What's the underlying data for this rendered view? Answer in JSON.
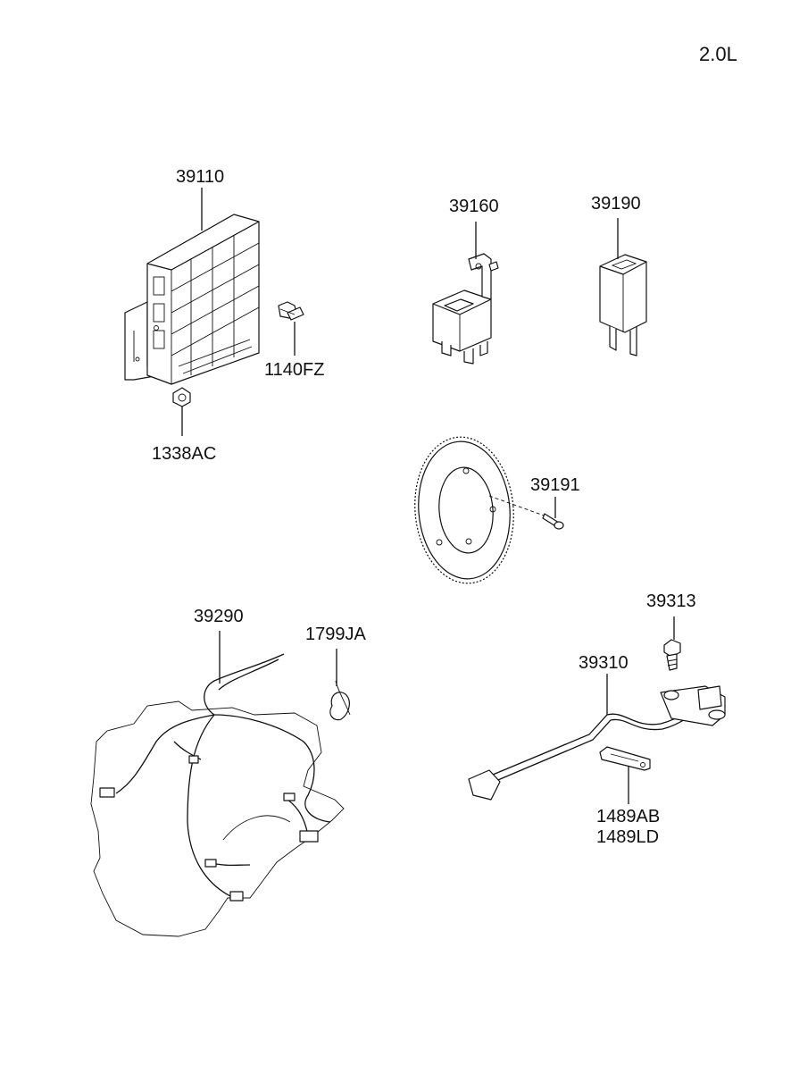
{
  "engine_label": "2.0L",
  "parts": {
    "ecu": "39110",
    "bolt_1140": "1140FZ",
    "nut_1338": "1338AC",
    "relay_39160": "39160",
    "relay_39190": "39190",
    "target_wheel": "39191",
    "harness": "39290",
    "clamp": "1799JA",
    "bolt_39313": "39313",
    "sensor": "39310",
    "bracket_a": "1489AB",
    "bracket_b": "1489LD"
  }
}
